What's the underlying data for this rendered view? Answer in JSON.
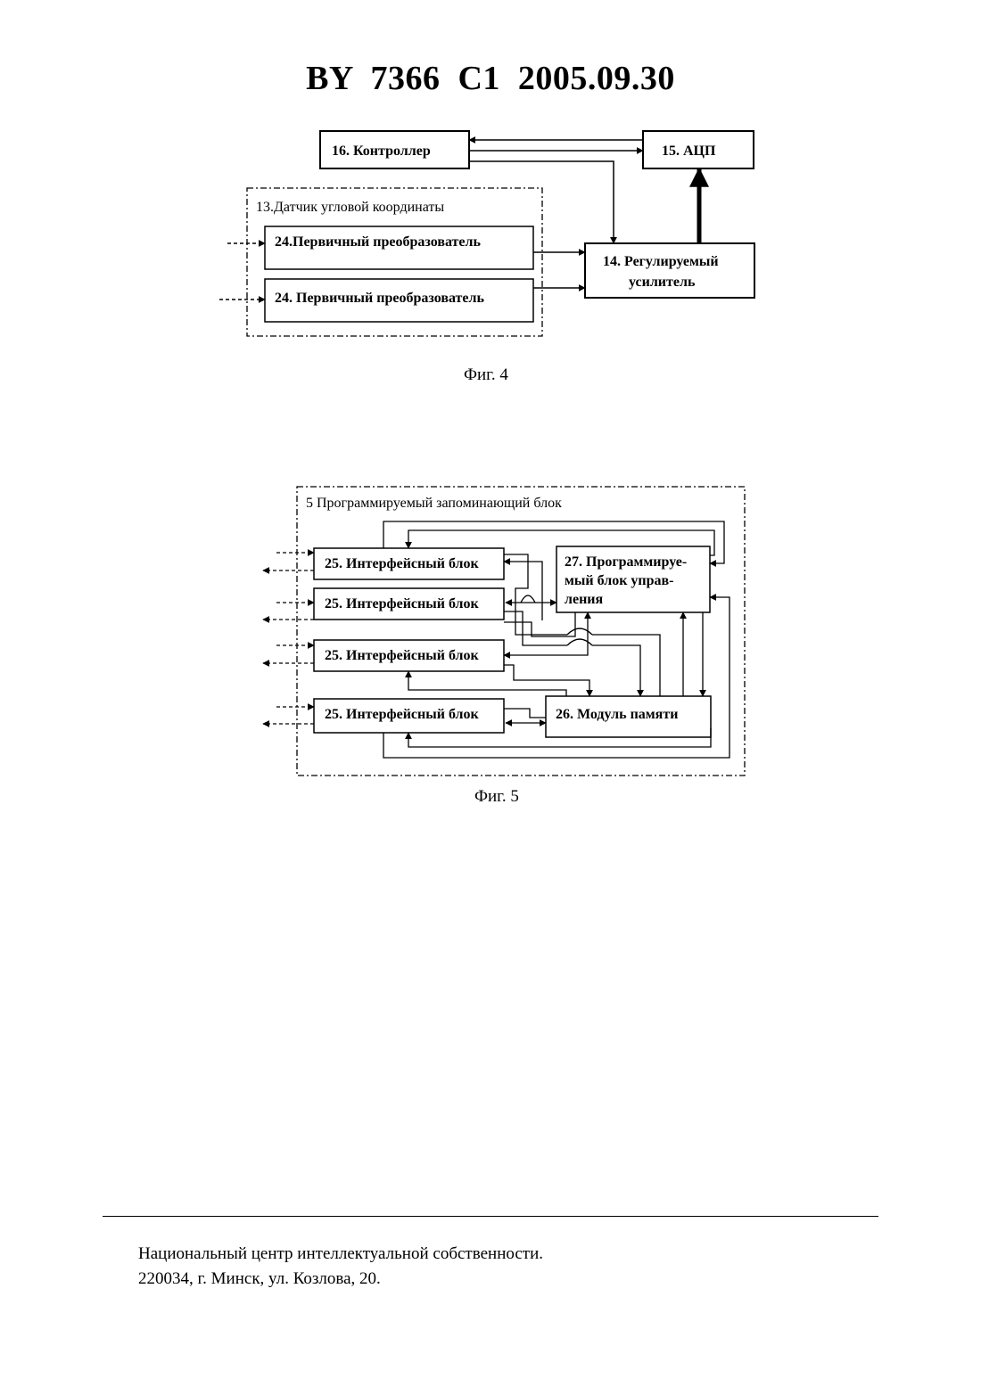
{
  "header": {
    "title": "BY  7366  C1  2005.09.30"
  },
  "figure4": {
    "caption": "Фиг. 4",
    "group_label": "13.Датчик угловой координаты",
    "blocks": {
      "controller": "16. Контроллер",
      "adc": "15. АЦП",
      "transducer_1": "24.Первичный преобразователь",
      "transducer_2": "24. Первичный преобразователь",
      "amplifier_line1": "14. Регулируемый",
      "amplifier_line2": "усилитель"
    }
  },
  "figure5": {
    "caption": "Фиг. 5",
    "group_label": "5 Программируемый запоминающий блок",
    "interface_blocks": [
      "25. Интерфейсный блок",
      "25. Интерфейсный блок",
      "25. Интерфейсный блок",
      "25. Интерфейсный блок"
    ],
    "memory_module": "26. Модуль памяти",
    "control_unit_lines": [
      "27. Программируе-",
      "мый блок управ-",
      "ления"
    ]
  },
  "footer": {
    "line1": "Национальный центр интеллектуальной собственности.",
    "line2": "220034, г. Минск, ул. Козлова, 20."
  }
}
